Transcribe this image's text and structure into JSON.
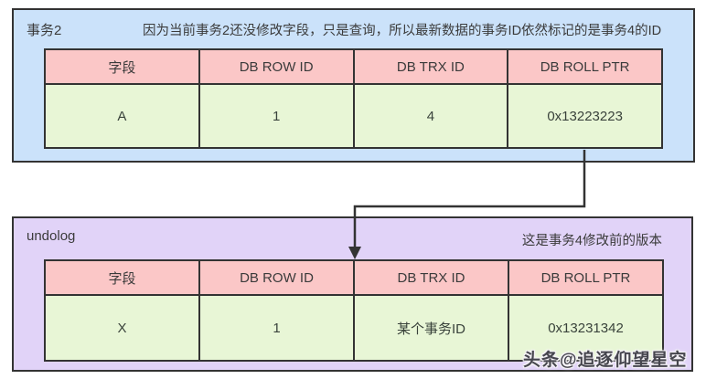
{
  "colors": {
    "transaction_panel_bg": "#cbe2fa",
    "undolog_panel_bg": "#e1d3f8",
    "header_cell_bg": "#fbc7c7",
    "value_cell_bg": "#e8f6d6",
    "border": "#333333",
    "text": "#3b3b3b"
  },
  "transaction_panel": {
    "label": "事务2",
    "note": "因为当前事务2还没修改字段，只是查询，所以最新数据的事务ID依然标记的是事务4的ID",
    "table": {
      "headers": [
        "字段",
        "DB ROW ID",
        "DB TRX ID",
        "DB ROLL PTR"
      ],
      "row": [
        "A",
        "1",
        "4",
        "0x13223223"
      ]
    }
  },
  "undolog_panel": {
    "label": "undolog",
    "note": "这是事务4修改前的版本",
    "table": {
      "headers": [
        "字段",
        "DB ROW ID",
        "DB TRX ID",
        "DB ROLL PTR"
      ],
      "row": [
        "X",
        "1",
        "某个事务ID",
        "0x13231342"
      ]
    }
  },
  "arrow": {
    "meaning": "DB ROLL PTR 0x13223223 points to undolog previous version"
  },
  "watermark": "头条@追逐仰望星空"
}
